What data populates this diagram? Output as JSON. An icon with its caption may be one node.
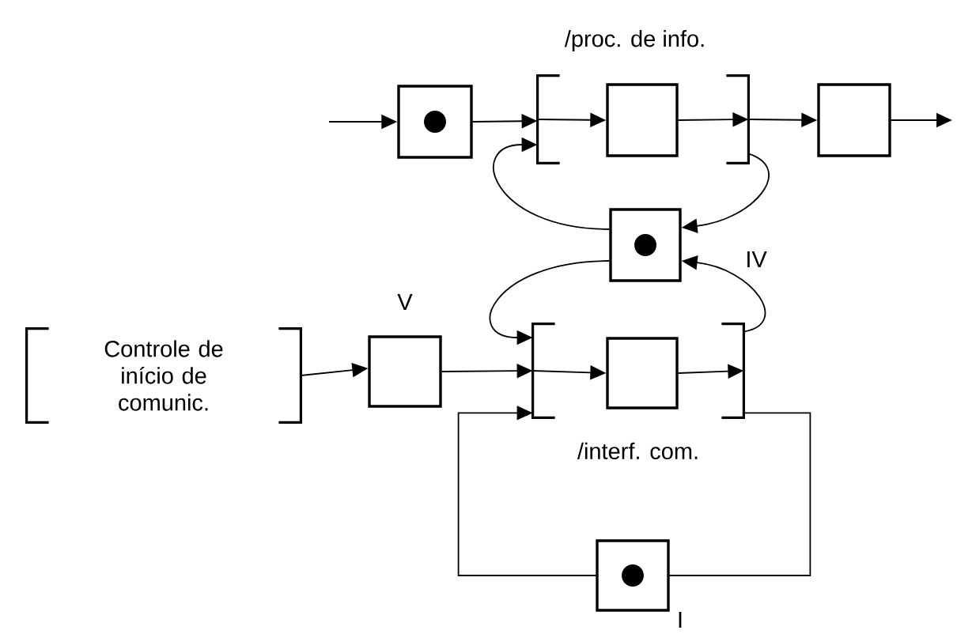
{
  "diagram": {
    "nodes": [
      {
        "text": [],
        "shape": "dot-box"
      },
      {
        "text": [
          "/proc. de info."
        ]
      },
      {
        "text": [],
        "shape": "box",
        "in": 1
      },
      {
        "text": [],
        "shape": "box"
      },
      {
        "text": [],
        "shape": "dot-box",
        "beside": [
          "IV"
        ]
      },
      {
        "text": [
          "Controle de início de comunic."
        ]
      },
      {
        "text": [],
        "shape": "box",
        "beside": [
          "V"
        ]
      },
      {
        "text": [
          "/interf. com."
        ]
      },
      {
        "text": [],
        "shape": "box",
        "in": 7
      },
      {
        "text": [],
        "shape": "dot-box",
        "beside": [
          "I"
        ]
      }
    ],
    "edges": [
      {
        "from": null,
        "to": 0,
        "arrow": "to"
      },
      {
        "from": 0,
        "to": 1,
        "arrow": "to"
      },
      {
        "from": 1,
        "to": 2,
        "arrow": "to"
      },
      {
        "from": 2,
        "to": 1,
        "arrow": "to"
      },
      {
        "from": 1,
        "to": 3,
        "arrow": "to"
      },
      {
        "from": 3,
        "to": null,
        "arrow": "to"
      },
      {
        "from": 1,
        "to": 4,
        "arrow": "to"
      },
      {
        "from": 4,
        "to": 1,
        "arrow": "to"
      },
      {
        "from": 4,
        "to": 7,
        "arrow": "to"
      },
      {
        "from": 7,
        "to": 4,
        "arrow": "to"
      },
      {
        "from": 5,
        "to": 6,
        "arrow": "to"
      },
      {
        "from": 6,
        "to": 7,
        "arrow": "to"
      },
      {
        "from": 7,
        "to": 8,
        "arrow": "to"
      },
      {
        "from": 8,
        "to": 7,
        "arrow": "to"
      },
      {
        "from": 9,
        "to": 7,
        "arrow": "to"
      },
      {
        "from": 7,
        "to": 9,
        "arrow": "none"
      }
    ]
  }
}
